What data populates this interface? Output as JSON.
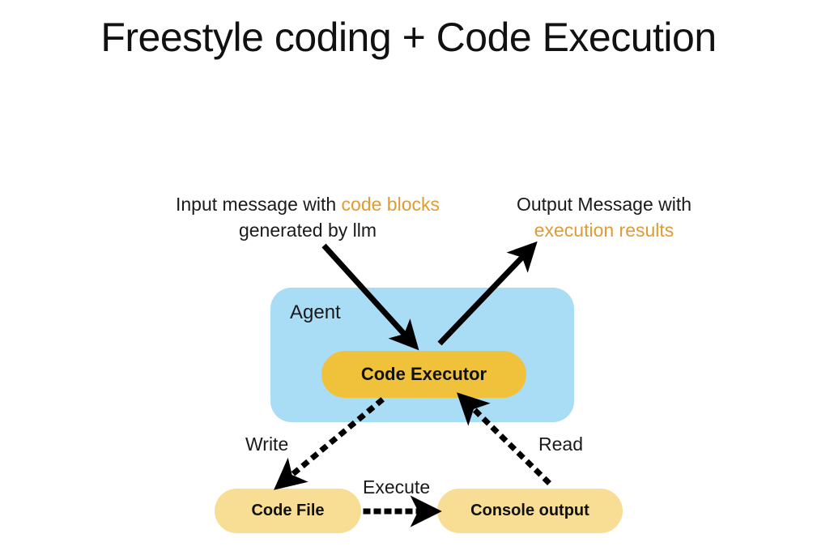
{
  "slide": {
    "title": "Freestyle coding + Code Execution",
    "background_color": "#ffffff"
  },
  "captions": {
    "input": {
      "line1_plain": "Input message with ",
      "line1_accent": "code blocks",
      "line2_plain": "generated by llm"
    },
    "output": {
      "line1_plain": "Output Message with",
      "line2_accent": "execution results"
    }
  },
  "diagram": {
    "container": {
      "label": "Agent",
      "color": "#a9ddf6"
    },
    "nodes": [
      {
        "id": "code-executor",
        "label": "Code Executor",
        "color": "#f0c23c"
      },
      {
        "id": "code-file",
        "label": "Code File",
        "color": "#f8dd95"
      },
      {
        "id": "console-output",
        "label": "Console output",
        "color": "#f8dd95"
      }
    ],
    "edges": [
      {
        "id": "input-edge",
        "label": "",
        "style": "solid",
        "from": "input-message",
        "to": "code-executor"
      },
      {
        "id": "output-edge",
        "label": "",
        "style": "solid",
        "from": "code-executor",
        "to": "output-message"
      },
      {
        "id": "write-edge",
        "label": "Write",
        "style": "dotted",
        "from": "code-executor",
        "to": "code-file"
      },
      {
        "id": "read-edge",
        "label": "Read",
        "style": "dotted",
        "from": "console-output",
        "to": "code-executor"
      },
      {
        "id": "execute-edge",
        "label": "Execute",
        "style": "dotted",
        "from": "code-file",
        "to": "console-output"
      }
    ]
  },
  "colors": {
    "accent_text": "#e09b35",
    "agent_blue": "#a9ddf6",
    "executor_gold": "#f0c23c",
    "node_yellow": "#f8dd95",
    "arrow_black": "#000000"
  }
}
